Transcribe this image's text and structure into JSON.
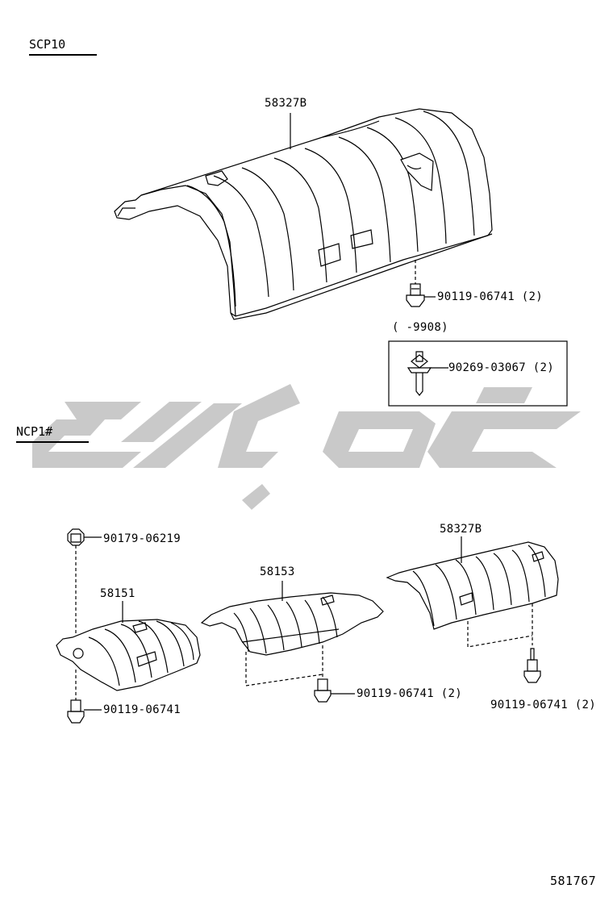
{
  "sections": {
    "top": "SCP10",
    "bottom": "NCP1#"
  },
  "labels": {
    "top_cover": "58327B",
    "top_bolt": "90119-06741 (2)",
    "range_note": "(      -9908)",
    "top_rivet": "90269-03067 (2)",
    "nut_top": "90179-06219",
    "left_cover": "58151",
    "left_bolt": "90119-06741",
    "mid_cover": "58153",
    "mid_bolt": "90119-06741 (2)",
    "right_cover": "58327B",
    "right_bolt": "90119-06741 (2)"
  },
  "diagram_ref": "581767",
  "watermark": {
    "color": "#c8c8c8"
  }
}
